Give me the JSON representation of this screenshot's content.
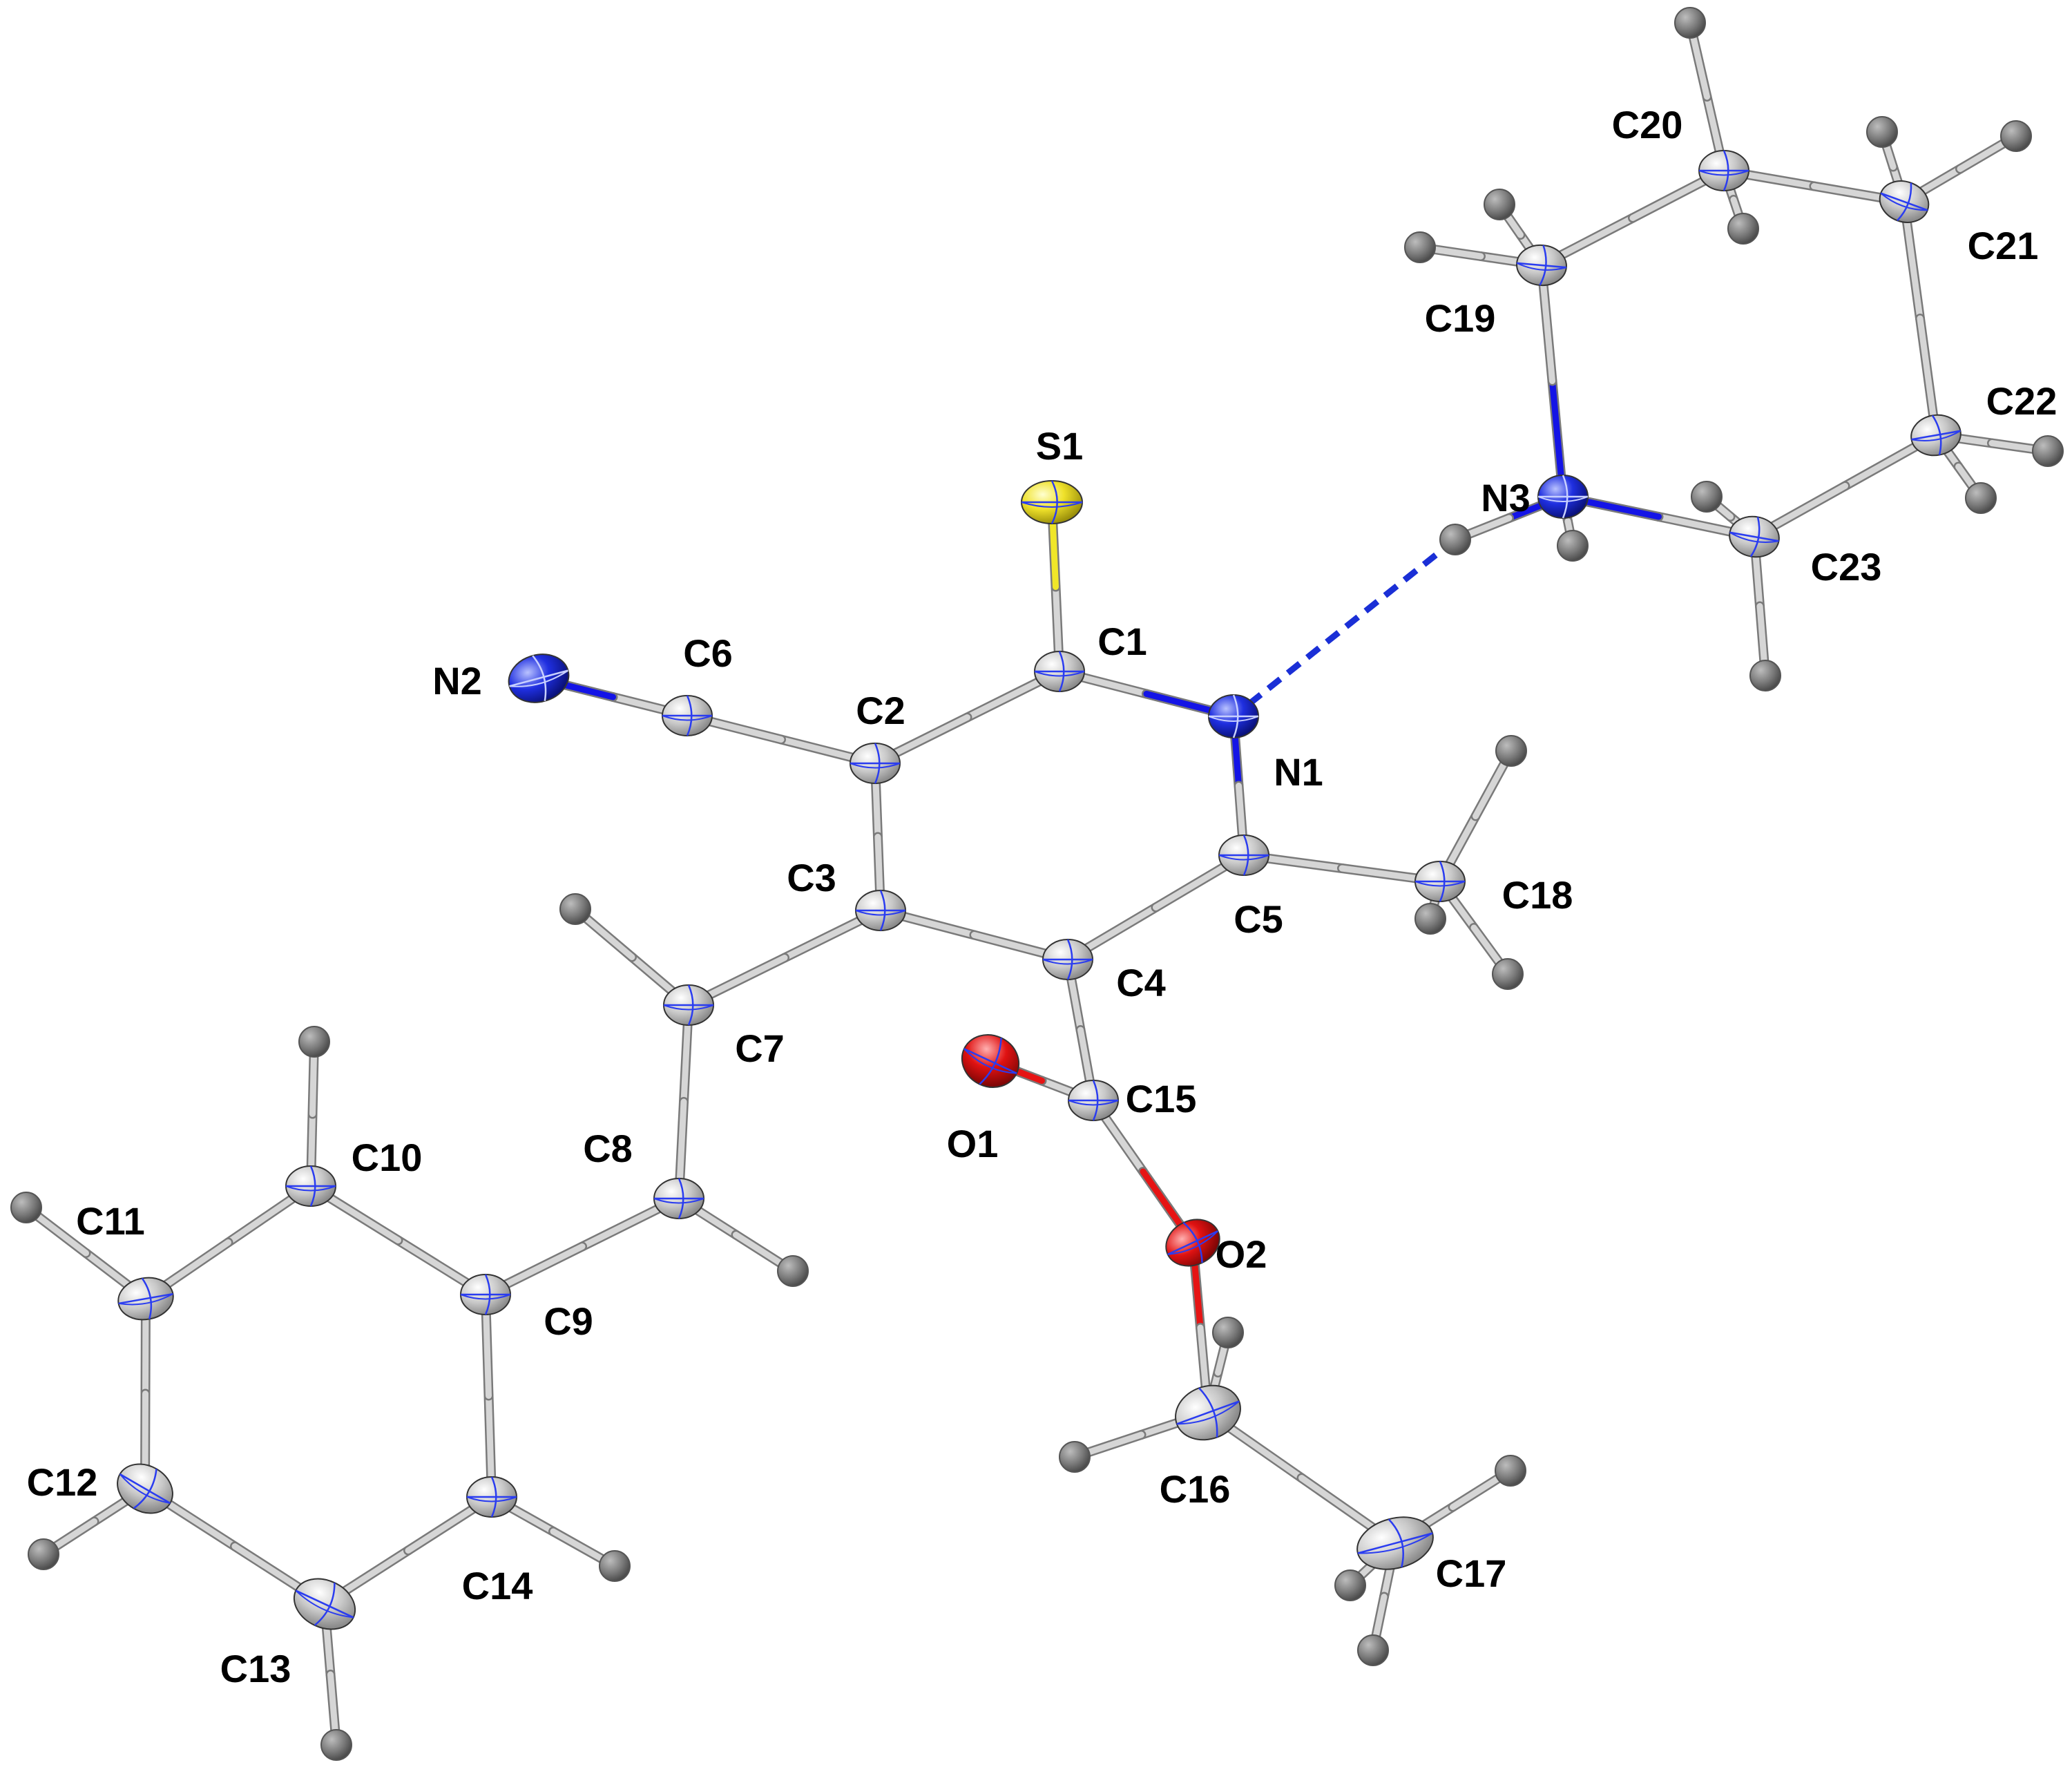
{
  "colors": {
    "background": "#ffffff",
    "carbon": "#c6c6c6",
    "hydrogen": "#808080",
    "nitrogen": "#1414e6",
    "oxygen": "#e61414",
    "sulfur": "#f0e628",
    "principal_axes": "#2a3cf0",
    "bond_default": "#d6d6d6",
    "hbond": "#1a2fd6"
  },
  "atoms": [
    {
      "id": "S1",
      "label": "S1",
      "element": "sulfur"
    },
    {
      "id": "C1",
      "label": "C1",
      "element": "carbon"
    },
    {
      "id": "N1",
      "label": "N1",
      "element": "nitrogen"
    },
    {
      "id": "C2",
      "label": "C2",
      "element": "carbon"
    },
    {
      "id": "C3",
      "label": "C3",
      "element": "carbon"
    },
    {
      "id": "C4",
      "label": "C4",
      "element": "carbon"
    },
    {
      "id": "C5",
      "label": "C5",
      "element": "carbon"
    },
    {
      "id": "C6",
      "label": "C6",
      "element": "carbon"
    },
    {
      "id": "N2",
      "label": "N2",
      "element": "nitrogen"
    },
    {
      "id": "C7",
      "label": "C7",
      "element": "carbon"
    },
    {
      "id": "C8",
      "label": "C8",
      "element": "carbon"
    },
    {
      "id": "C9",
      "label": "C9",
      "element": "carbon"
    },
    {
      "id": "C10",
      "label": "C10",
      "element": "carbon"
    },
    {
      "id": "C11",
      "label": "C11",
      "element": "carbon"
    },
    {
      "id": "C12",
      "label": "C12",
      "element": "carbon"
    },
    {
      "id": "C13",
      "label": "C13",
      "element": "carbon"
    },
    {
      "id": "C14",
      "label": "C14",
      "element": "carbon"
    },
    {
      "id": "C15",
      "label": "C15",
      "element": "carbon"
    },
    {
      "id": "O1",
      "label": "O1",
      "element": "oxygen"
    },
    {
      "id": "O2",
      "label": "O2",
      "element": "oxygen"
    },
    {
      "id": "C16",
      "label": "C16",
      "element": "carbon"
    },
    {
      "id": "C17",
      "label": "C17",
      "element": "carbon"
    },
    {
      "id": "C18",
      "label": "C18",
      "element": "carbon"
    },
    {
      "id": "N3",
      "label": "N3",
      "element": "nitrogen"
    },
    {
      "id": "C19",
      "label": "C19",
      "element": "carbon"
    },
    {
      "id": "C20",
      "label": "C20",
      "element": "carbon"
    },
    {
      "id": "C21",
      "label": "C21",
      "element": "carbon"
    },
    {
      "id": "C22",
      "label": "C22",
      "element": "carbon"
    },
    {
      "id": "C23",
      "label": "C23",
      "element": "carbon"
    }
  ],
  "bonds": [
    [
      "C1",
      "S1"
    ],
    [
      "C1",
      "C2"
    ],
    [
      "C1",
      "N1"
    ],
    [
      "N1",
      "C5"
    ],
    [
      "C2",
      "C3"
    ],
    [
      "C3",
      "C4"
    ],
    [
      "C4",
      "C5"
    ],
    [
      "C2",
      "C6"
    ],
    [
      "C6",
      "N2"
    ],
    [
      "C3",
      "C7"
    ],
    [
      "C7",
      "C8"
    ],
    [
      "C8",
      "C9"
    ],
    [
      "C9",
      "C10"
    ],
    [
      "C10",
      "C11"
    ],
    [
      "C11",
      "C12"
    ],
    [
      "C12",
      "C13"
    ],
    [
      "C13",
      "C14"
    ],
    [
      "C14",
      "C9"
    ],
    [
      "C4",
      "C15"
    ],
    [
      "C15",
      "O1"
    ],
    [
      "C15",
      "O2"
    ],
    [
      "O2",
      "C16"
    ],
    [
      "C16",
      "C17"
    ],
    [
      "C5",
      "C18"
    ],
    [
      "N3",
      "C19"
    ],
    [
      "C19",
      "C20"
    ],
    [
      "C20",
      "C21"
    ],
    [
      "C21",
      "C22"
    ],
    [
      "C22",
      "C23"
    ],
    [
      "C23",
      "N3"
    ],
    [
      "C7",
      "H7"
    ],
    [
      "C8",
      "H8"
    ],
    [
      "C10",
      "H10"
    ],
    [
      "C11",
      "H11"
    ],
    [
      "C12",
      "H12"
    ],
    [
      "C13",
      "H13"
    ],
    [
      "C14",
      "H14"
    ],
    [
      "C16",
      "H16A"
    ],
    [
      "C16",
      "H16B"
    ],
    [
      "C17",
      "H17A"
    ],
    [
      "C17",
      "H17B"
    ],
    [
      "C17",
      "H17C"
    ],
    [
      "C18",
      "H18A"
    ],
    [
      "C18",
      "H18B"
    ],
    [
      "C18",
      "H18C"
    ],
    [
      "C19",
      "H19A"
    ],
    [
      "C19",
      "H19B"
    ],
    [
      "C20",
      "H20A"
    ],
    [
      "C20",
      "H20B"
    ],
    [
      "C21",
      "H21A"
    ],
    [
      "C21",
      "H21B"
    ],
    [
      "C22",
      "H22A"
    ],
    [
      "C22",
      "H22B"
    ],
    [
      "C23",
      "H23A"
    ],
    [
      "C23",
      "H23B"
    ],
    [
      "N3",
      "H3A"
    ],
    [
      "N3",
      "H3B"
    ]
  ],
  "hydrogen_bonds": [
    [
      "H3A",
      "N1"
    ]
  ]
}
